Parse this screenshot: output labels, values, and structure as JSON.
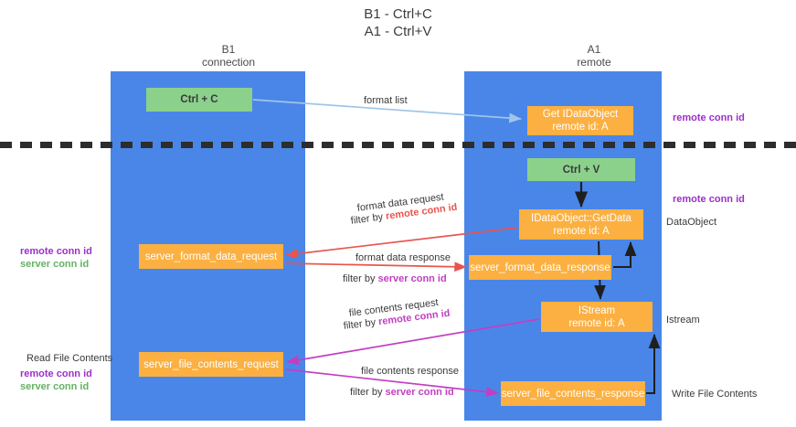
{
  "title": {
    "line1": "B1 - Ctrl+C",
    "line2": "A1 - Ctrl+V"
  },
  "columns": {
    "left": {
      "name": "B1",
      "role": "connection"
    },
    "right": {
      "name": "A1",
      "role": "remote"
    }
  },
  "boxes": {
    "ctrl_c": {
      "label": "Ctrl + C",
      "color": "#8bd18b"
    },
    "ctrl_v": {
      "label": "Ctrl + V",
      "color": "#8bd18b"
    },
    "get_idataobject": {
      "line1": "Get IDataObject",
      "line2": "remote id: A",
      "color": "#fbb041"
    },
    "getdata": {
      "line1": "IDataObject::GetData",
      "line2": "remote id: A",
      "color": "#fbb041"
    },
    "istream": {
      "line1": "IStream",
      "line2": "remote id: A",
      "color": "#fbb041"
    },
    "server_format_data_request": {
      "label": "server_format_data_request",
      "color": "#fbb041"
    },
    "server_format_data_response": {
      "label": "server_format_data_response",
      "color": "#fbb041"
    },
    "server_file_contents_request": {
      "label": "server_file_contents_request",
      "color": "#fbb041"
    },
    "server_file_contents_response": {
      "label": "server_file_contents_response",
      "color": "#fbb041"
    }
  },
  "edges": {
    "format_list": "format list",
    "format_data_request": "format data request",
    "format_data_request_filter_prefix": "filter by ",
    "format_data_request_filter_key": "remote conn id",
    "format_data_response": "format data response",
    "format_data_response_filter_prefix": "filter by ",
    "format_data_response_filter_key": "server conn id",
    "file_contents_request": "file contents request",
    "file_contents_request_filter_prefix": "filter by ",
    "file_contents_request_filter_key": "remote conn id",
    "file_contents_response": "file contents response",
    "file_contents_response_filter_prefix": "filter by ",
    "file_contents_response_filter_key": "server conn id"
  },
  "annotations": {
    "remote_conn_id_top": "remote conn id",
    "remote_conn_id_mid": "remote conn id",
    "dataobject": "DataObject",
    "istream": "Istream",
    "write_file_contents": "Write File Contents",
    "read_file_contents": "Read File Contents",
    "left_remote_conn_id_1": "remote conn id",
    "left_server_conn_id_1": "server conn id",
    "left_remote_conn_id_2": "remote conn id",
    "left_server_conn_id_2": "server conn id"
  },
  "colors": {
    "lane": "#4a86e8",
    "green_box": "#8bd18b",
    "orange_box": "#fbb041",
    "red_arrow": "#e8554e",
    "magenta_arrow": "#c23fc2",
    "light_blue_arrow": "#9fc5e8",
    "purple_text": "#9b30c9",
    "green_text": "#64b264",
    "divider": "#2d2d2d"
  }
}
